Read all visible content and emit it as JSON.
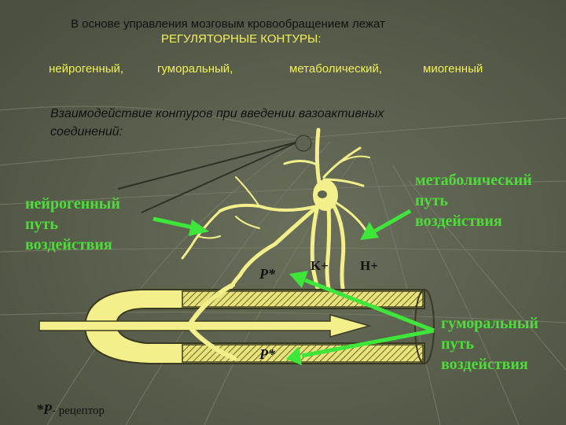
{
  "header": {
    "line1": "В основе управления мозговым кровообращением лежат",
    "line2": "РЕГУЛЯТОРНЫЕ    КОНТУРЫ:",
    "contours": [
      "нейрогенный,",
      "гуморальный,",
      "метаболический,",
      "миогенный"
    ]
  },
  "subtitle": {
    "line1": "Взаимодействие контуров при введении вазоактивных",
    "line2": "соединений:"
  },
  "paths": {
    "neurogenic": [
      "нейрогенный",
      "путь",
      "воздействия"
    ],
    "metabolic": [
      "метаболический",
      "путь",
      "воздействия"
    ],
    "humoral": [
      "гуморальный",
      "путь",
      "воздействия"
    ]
  },
  "labels": {
    "receptor_top": "P*",
    "receptor_bottom": "P*",
    "ion_k": "K+",
    "ion_h": "H+"
  },
  "footnote": {
    "symbol": "*P",
    "text": "- рецептор"
  },
  "colors": {
    "background": "#565b4a",
    "vessel_fill": "#f3ef8a",
    "arrow_green": "#3ee63a",
    "heading_yellow": "#f2f05a"
  }
}
